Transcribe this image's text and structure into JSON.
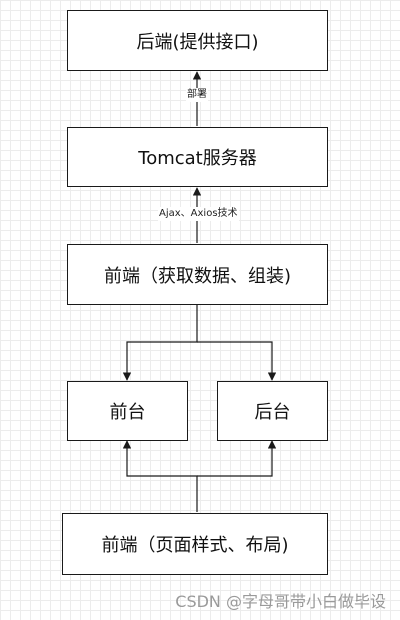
{
  "nodes": {
    "backend": "后端(提供接口)",
    "tomcat": "Tomcat服务器",
    "frontend_fetch": "前端（获取数据、组装)",
    "front_stage": "前台",
    "back_stage": "后台",
    "frontend_style": "前端（页面样式、布局)"
  },
  "edge_labels": {
    "deploy": "部署",
    "ajax": "Ajax、Axios技术"
  },
  "watermark": "CSDN @字母哥带小白做毕设",
  "colors": {
    "border": "#1a1a1a",
    "grid": "#ececec",
    "watermark": "#9a9a9a"
  }
}
